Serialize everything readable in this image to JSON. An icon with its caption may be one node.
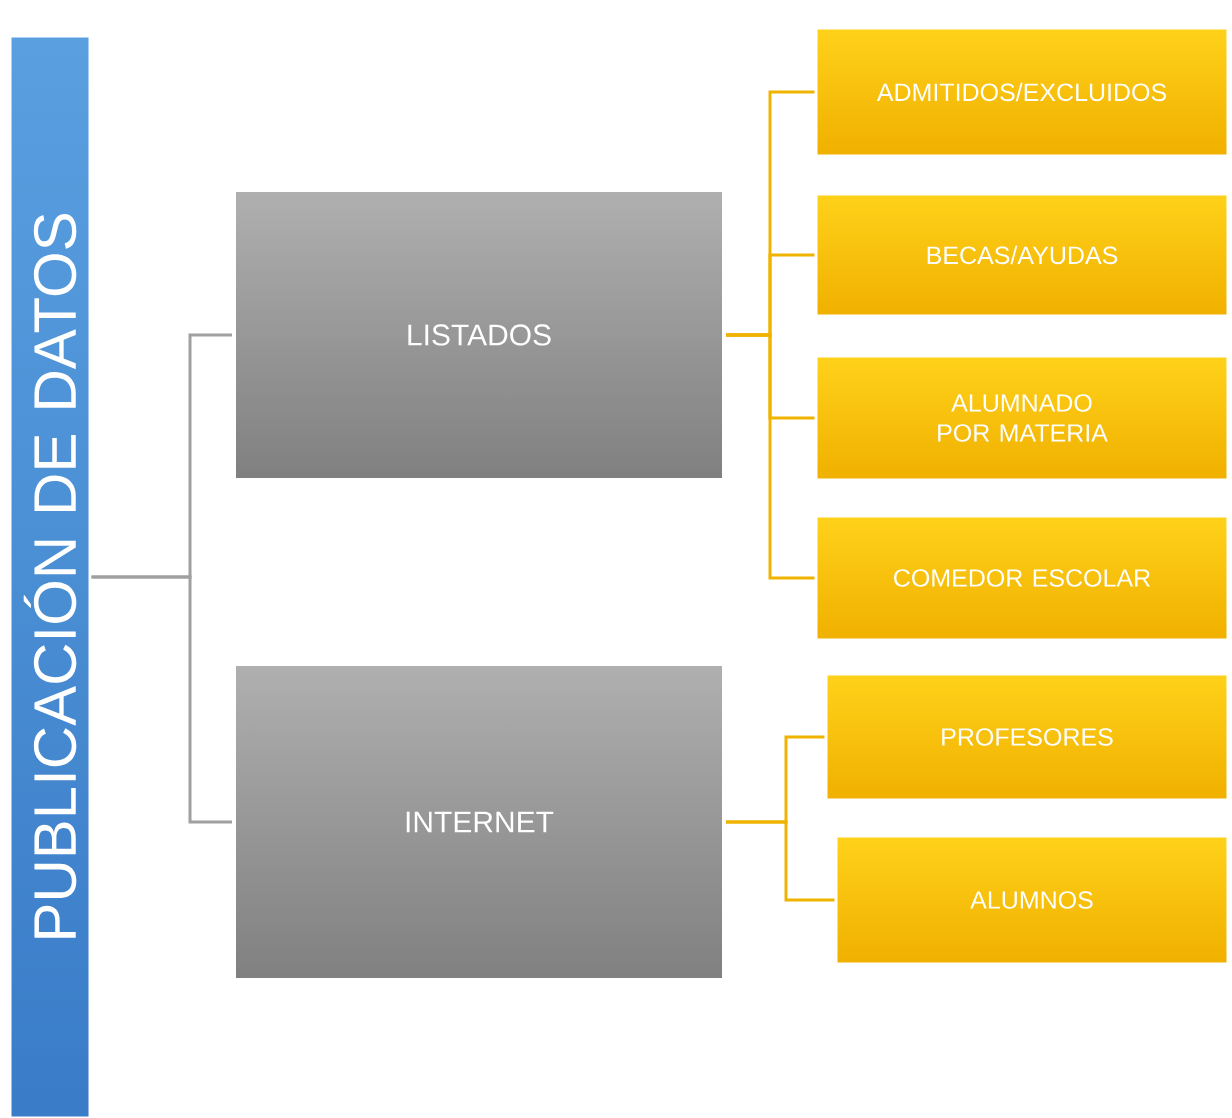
{
  "diagram": {
    "nodes": [
      {
        "text": [
          "PUBLICACIÓN DE DATOS"
        ]
      },
      {
        "text": [
          "LISTADOS"
        ]
      },
      {
        "text": [
          "INTERNET"
        ]
      },
      {
        "text": [
          "ADMITIDOS/EXCLUIDOS"
        ]
      },
      {
        "text": [
          "BECAS/AYUDAS"
        ]
      },
      {
        "text": [
          "ALUMNADO POR MATERIA"
        ]
      },
      {
        "text": [
          "COMEDOR ESCOLAR"
        ]
      },
      {
        "text": [
          "PROFESORES"
        ]
      },
      {
        "text": [
          "ALUMNOS"
        ]
      }
    ],
    "edges": [
      {
        "from": 0,
        "to": 1,
        "arrow": "none",
        "color": "#a0a0a0"
      },
      {
        "from": 0,
        "to": 2,
        "arrow": "none",
        "color": "#a0a0a0"
      },
      {
        "from": 1,
        "to": 3,
        "arrow": "none"
      },
      {
        "from": 1,
        "to": 4,
        "arrow": "none"
      },
      {
        "from": 1,
        "to": 5,
        "arrow": "none"
      },
      {
        "from": 1,
        "to": 6,
        "arrow": "none"
      },
      {
        "from": 2,
        "to": 7,
        "arrow": "none"
      },
      {
        "from": 2,
        "to": 8,
        "arrow": "none"
      }
    ]
  }
}
